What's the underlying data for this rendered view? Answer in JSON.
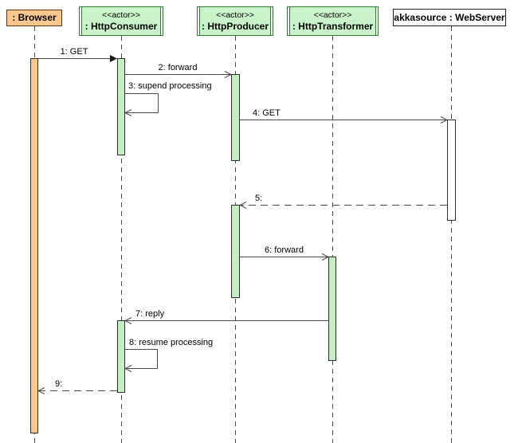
{
  "participants": [
    {
      "id": "browser",
      "stereotype": "",
      "name": ": Browser",
      "fill": "#FAC78C",
      "border": "#5A3414"
    },
    {
      "id": "http-consumer",
      "stereotype": "<<actor>>",
      "name": ": HttpConsumer",
      "fill": "#C9F3C9",
      "border": "#2F7A2F"
    },
    {
      "id": "http-producer",
      "stereotype": "<<actor>>",
      "name": ": HttpProducer",
      "fill": "#C9F3C9",
      "border": "#2F7A2F"
    },
    {
      "id": "http-transformer",
      "stereotype": "<<actor>>",
      "name": ": HttpTransformer",
      "fill": "#C9F3C9",
      "border": "#2F7A2F"
    },
    {
      "id": "web-server",
      "stereotype": "",
      "name": "akkasource : WebServer",
      "fill": "#FFFFFF",
      "border": "#1F1F1F"
    }
  ],
  "messages": [
    {
      "label": "1: GET",
      "from": "browser",
      "to": "http-consumer",
      "line": "solid",
      "arrow": "filled"
    },
    {
      "label": "2: forward",
      "from": "http-consumer",
      "to": "http-producer",
      "line": "solid",
      "arrow": "open"
    },
    {
      "label": "3: supend processing",
      "from": "http-consumer",
      "to": "http-consumer",
      "line": "solid",
      "arrow": "open",
      "self": true
    },
    {
      "label": "4: GET",
      "from": "http-producer",
      "to": "web-server",
      "line": "solid",
      "arrow": "open"
    },
    {
      "label": "5:",
      "from": "web-server",
      "to": "http-producer",
      "line": "dashed",
      "arrow": "open"
    },
    {
      "label": "6: forward",
      "from": "http-producer",
      "to": "http-transformer",
      "line": "solid",
      "arrow": "open"
    },
    {
      "label": "7: reply",
      "from": "http-transformer",
      "to": "http-consumer",
      "line": "solid",
      "arrow": "open"
    },
    {
      "label": "8: resume processing",
      "from": "http-consumer",
      "to": "http-consumer",
      "line": "solid",
      "arrow": "open",
      "self": true
    },
    {
      "label": "9:",
      "from": "http-consumer",
      "to": "browser",
      "line": "dashed",
      "arrow": "open"
    }
  ],
  "colors": {
    "activation_green": "#C3EFC3",
    "activation_orange": "#FAC78C",
    "activation_white": "#FFFFFF",
    "activation_border": "#2E2E2E",
    "actor_fill": "#C9F3C9",
    "actor_border": "#2F7A2F",
    "browser_fill": "#FAC78C",
    "browser_border": "#5A3414",
    "server_border": "#1F1F1F",
    "wire": "#4B4B4B",
    "text": "#000000",
    "background": "#FFFFFF"
  }
}
